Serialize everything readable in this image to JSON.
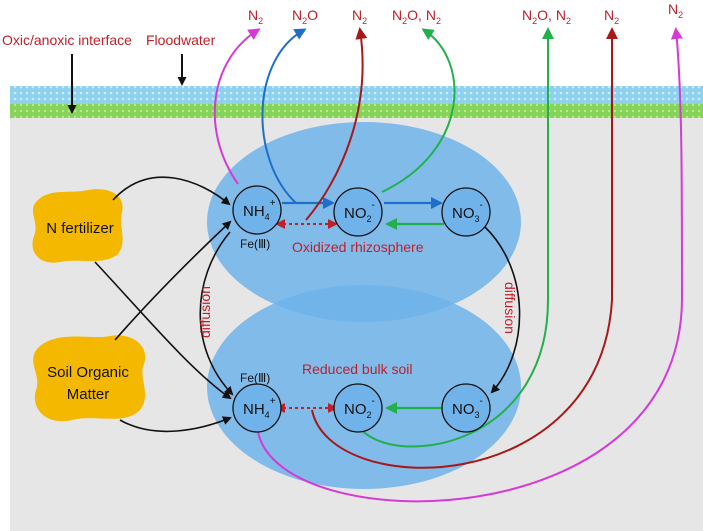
{
  "header": {
    "interface_label": "Oxic/anoxic interface",
    "floodwater_label": "Floodwater"
  },
  "zones": {
    "oxidized": "Oxidized rhizosphere",
    "reduced": "Reduced bulk soil",
    "diffusion_left": "diffusion",
    "diffusion_right": "diffusion"
  },
  "sources": {
    "fertilizer": "N fertilizer",
    "organic_line1": "Soil Organic",
    "organic_line2": "Matter"
  },
  "nodes": {
    "nh4_base": "NH",
    "nh4_sub": "4",
    "nh4_sup": "+",
    "no2_base": "NO",
    "no2_sub": "2",
    "no2_sup": "-",
    "no3_base": "NO",
    "no3_sub": "3",
    "no3_sup": "-",
    "fe": "Fe(Ⅲ)"
  },
  "gases": {
    "n2": "N",
    "n2o": "N",
    "o_letter": "O",
    "two": "2",
    "sep": ", "
  },
  "colors": {
    "magenta": "#d63ad6",
    "blue": "#1f6fc9",
    "darkred": "#a81818",
    "green": "#22b04a",
    "label_red": "#c0202a",
    "ellipse": "#6fb3ea",
    "source": "#f5b800"
  }
}
